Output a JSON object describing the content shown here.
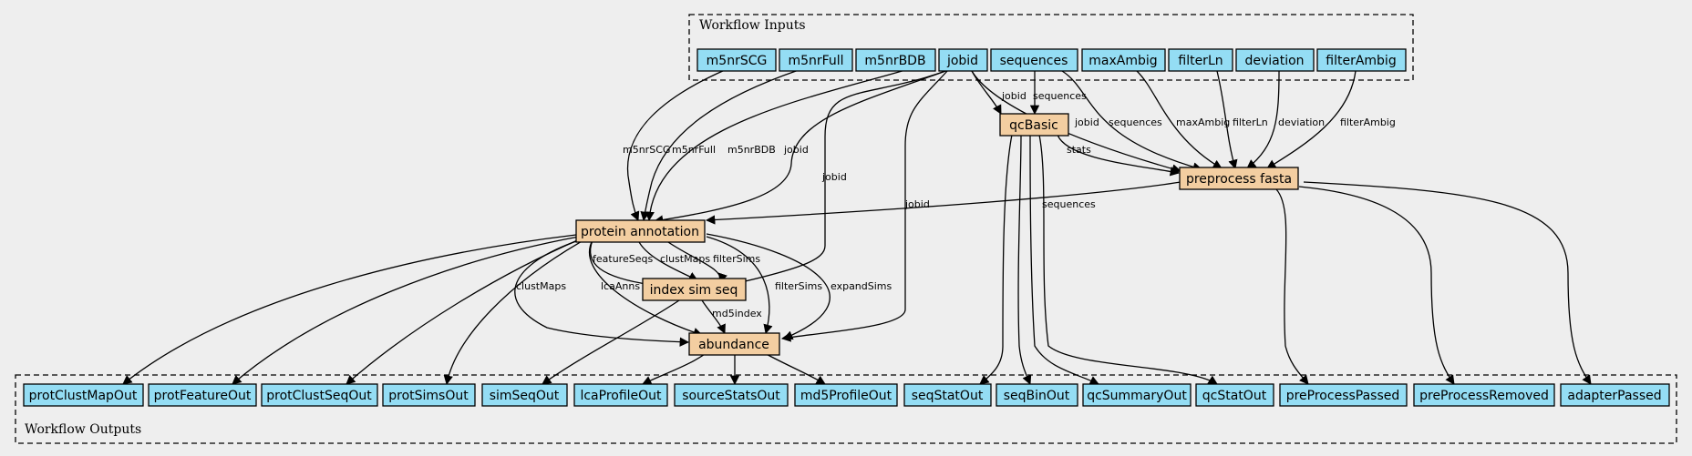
{
  "clusters": {
    "inputs": "Workflow Inputs",
    "outputs": "Workflow Outputs"
  },
  "inputs": [
    "m5nrSCG",
    "m5nrFull",
    "m5nrBDB",
    "jobid",
    "sequences",
    "maxAmbig",
    "filterLn",
    "deviation",
    "filterAmbig"
  ],
  "steps": [
    "qcBasic",
    "preprocess fasta",
    "protein annotation",
    "index sim seq",
    "abundance"
  ],
  "outputs": [
    "protClustMapOut",
    "protFeatureOut",
    "protClustSeqOut",
    "protSimsOut",
    "simSeqOut",
    "lcaProfileOut",
    "sourceStatsOut",
    "md5ProfileOut",
    "seqStatOut",
    "seqBinOut",
    "qcSummaryOut",
    "qcStatOut",
    "preProcessPassed",
    "preProcessRemoved",
    "adapterPassed"
  ],
  "edge_labels": {
    "jobid_qc": "jobid",
    "seq_qc": "sequences",
    "jobid_pre": "jobid",
    "seq_pre": "sequences",
    "maxAmbig": "maxAmbig",
    "filterLn": "filterLn",
    "deviation": "deviation",
    "filterAmbig": "filterAmbig",
    "stats": "stats",
    "m5nrSCG": "m5nrSCG",
    "m5nrFull": "m5nrFull",
    "m5nrBDB": "m5nrBDB",
    "jobid_prot": "jobid",
    "jobid_idx": "jobid",
    "jobid_abd": "jobid",
    "seq_prot": "sequences",
    "featureSeqs": "featureSeqs",
    "clustMaps_idx": "clustMaps",
    "filterSims_idx": "filterSims",
    "clustMaps_abd": "clustMaps",
    "lcaAnns": "lcaAnns",
    "filterSims_abd": "filterSims",
    "expandSims": "expandSims",
    "md5index": "md5index"
  }
}
